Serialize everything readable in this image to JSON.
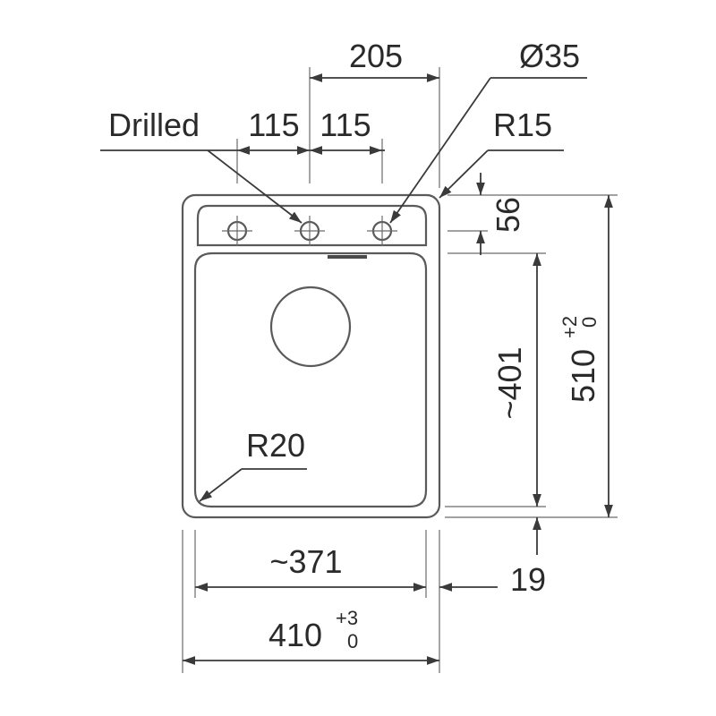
{
  "labels": {
    "dim_205": "205",
    "dia_35": "Ø35",
    "drilled": "Drilled",
    "dim_115_left": "115",
    "dim_115_right": "115",
    "r15": "R15",
    "dim_56": "56",
    "dim_401": "~401",
    "dim_510": "510",
    "dim_510_tol_upper": "+2",
    "dim_510_tol_lower": "0",
    "r20": "R20",
    "dim_371": "~371",
    "dim_19": "19",
    "dim_410": "410",
    "dim_410_tol_upper": "+3",
    "dim_410_tol_lower": "0"
  }
}
